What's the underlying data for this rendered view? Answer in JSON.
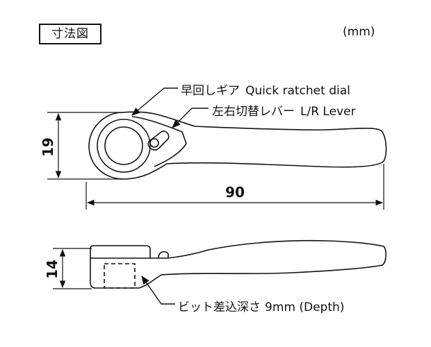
{
  "header": {
    "title": "寸法図",
    "unit": "(mm)"
  },
  "callouts": {
    "quick_dial": {
      "jp": "早回しギア",
      "en": "Quick ratchet dial"
    },
    "lever": {
      "jp": "左右切替レバー",
      "en": "L/R Lever"
    },
    "depth": {
      "jp": "ビット差込深さ",
      "en": "9mm (Depth)"
    }
  },
  "dimensions": {
    "height_top": "19",
    "length": "90",
    "thickness": "14"
  },
  "colors": {
    "line": "#111111",
    "background": "#ffffff"
  }
}
